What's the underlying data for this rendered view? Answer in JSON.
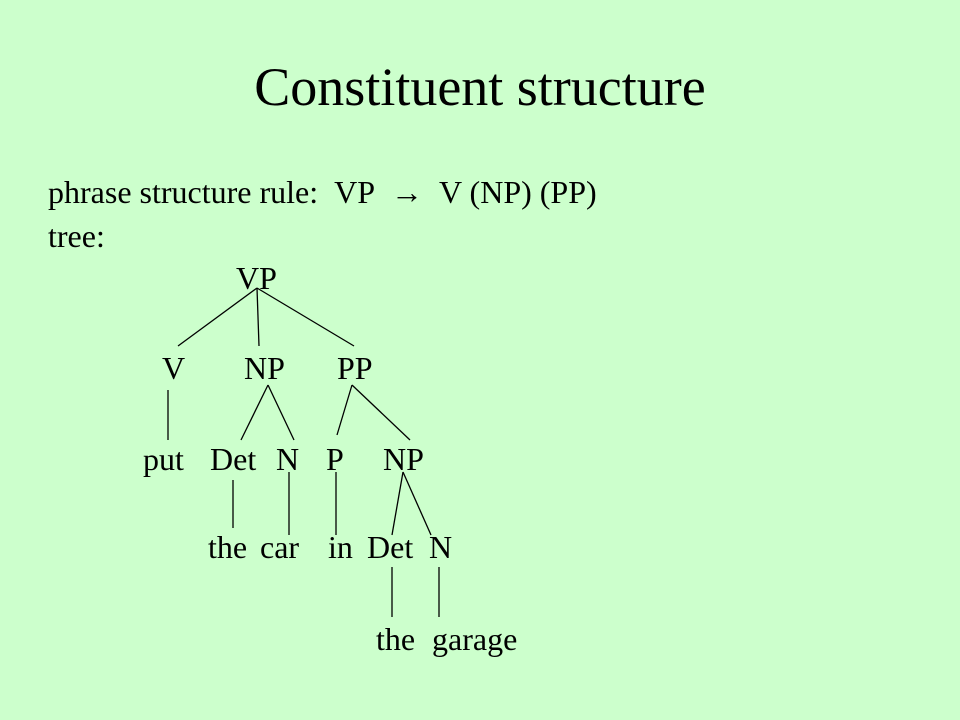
{
  "slide": {
    "title": "Constituent structure",
    "background_color": "#CCFFCC",
    "text_color": "#000000"
  },
  "rule": {
    "label": "phrase structure rule:",
    "lhs": "VP",
    "arrow": "→",
    "rhs": "V (NP) (PP)"
  },
  "tree_label": "tree:",
  "tree": {
    "root": "VP",
    "level1": [
      "V",
      "NP",
      "PP"
    ],
    "level2": [
      "put",
      "Det",
      "N",
      "P",
      "NP"
    ],
    "level3": [
      "the",
      "car",
      "in",
      "Det",
      "N"
    ],
    "level4": [
      "the",
      "garage"
    ]
  }
}
